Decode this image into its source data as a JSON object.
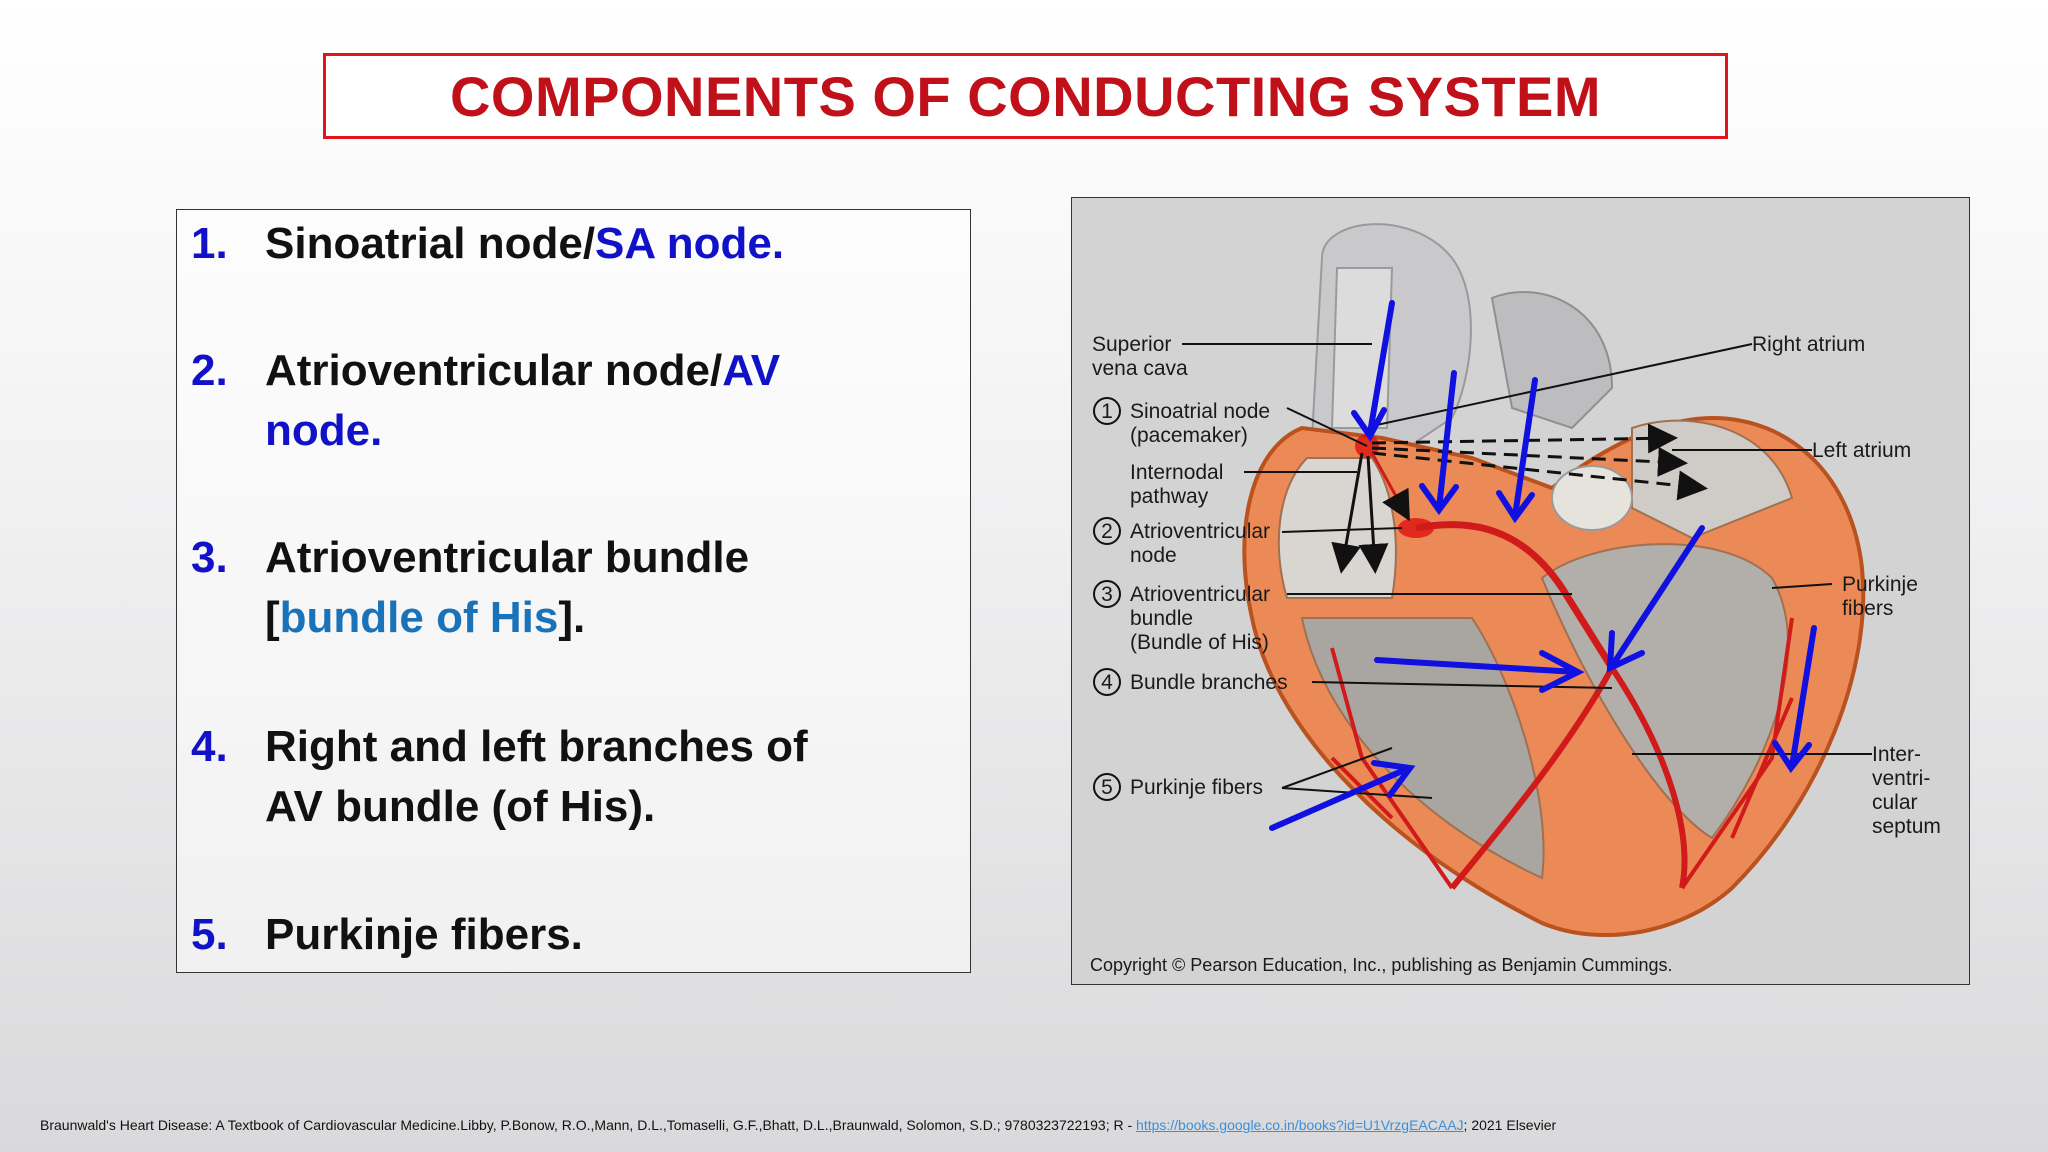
{
  "title": "COMPONENTS OF CONDUCTING SYSTEM",
  "list": [
    {
      "num": "1.",
      "text": "Sinoatrial  node/",
      "hl": "SA node."
    },
    {
      "num": "2.",
      "text": "Atrioventricular node/",
      "hl": "AV",
      "line2hl": "node."
    },
    {
      "num": "3.",
      "text": "Atrioventricular bundle",
      "line2pre": "[",
      "line2hl": "bundle of His",
      "line2post": "]."
    },
    {
      "num": "4.",
      "text": "Right and left  branches of",
      "line2": "AV bundle (of His)."
    },
    {
      "num": "5.",
      "text": "Purkinje fibers."
    }
  ],
  "figure": {
    "labels": {
      "svc1": "Superior",
      "svc2": "vena cava",
      "sa1": "Sinoatrial node",
      "sa2": "(pacemaker)",
      "inter1": "Internodal",
      "inter2": "pathway",
      "av1": "Atrioventricular",
      "av2": "node",
      "bundle1": "Atrioventricular",
      "bundle2": "bundle",
      "bundle3": "(Bundle of His)",
      "branches": "Bundle branches",
      "purkinje": "Purkinje fibers",
      "right_atrium": "Right atrium",
      "left_atrium": "Left atrium",
      "purk_r1": "Purkinje",
      "purk_r2": "fibers",
      "sept1": "Inter-",
      "sept2": "ventri-",
      "sept3": "cular",
      "sept4": "septum",
      "n1": "1",
      "n2": "2",
      "n3": "3",
      "n4": "4",
      "n5": "5"
    },
    "copyright": "Copyright © Pearson Education, Inc., publishing as Benjamin Cummings."
  },
  "citation": {
    "text": "Braunwald's Heart Disease: A Textbook of Cardiovascular Medicine.Libby, P.Bonow, R.O.,Mann, D.L.,Tomaselli, G.F.,Bhatt, D.L.,Braunwald, Solomon, S.D.; 9780323722193; R  - ",
    "link": "https://books.google.co.in/books?id=U1VrzgEACAAJ",
    "tail": "; 2021 Elsevier"
  },
  "colors": {
    "title_red": "#c0111a",
    "number_blue": "#1111c8",
    "arrow_blue": "#1010e0",
    "conduction_red": "#d11a1a"
  }
}
